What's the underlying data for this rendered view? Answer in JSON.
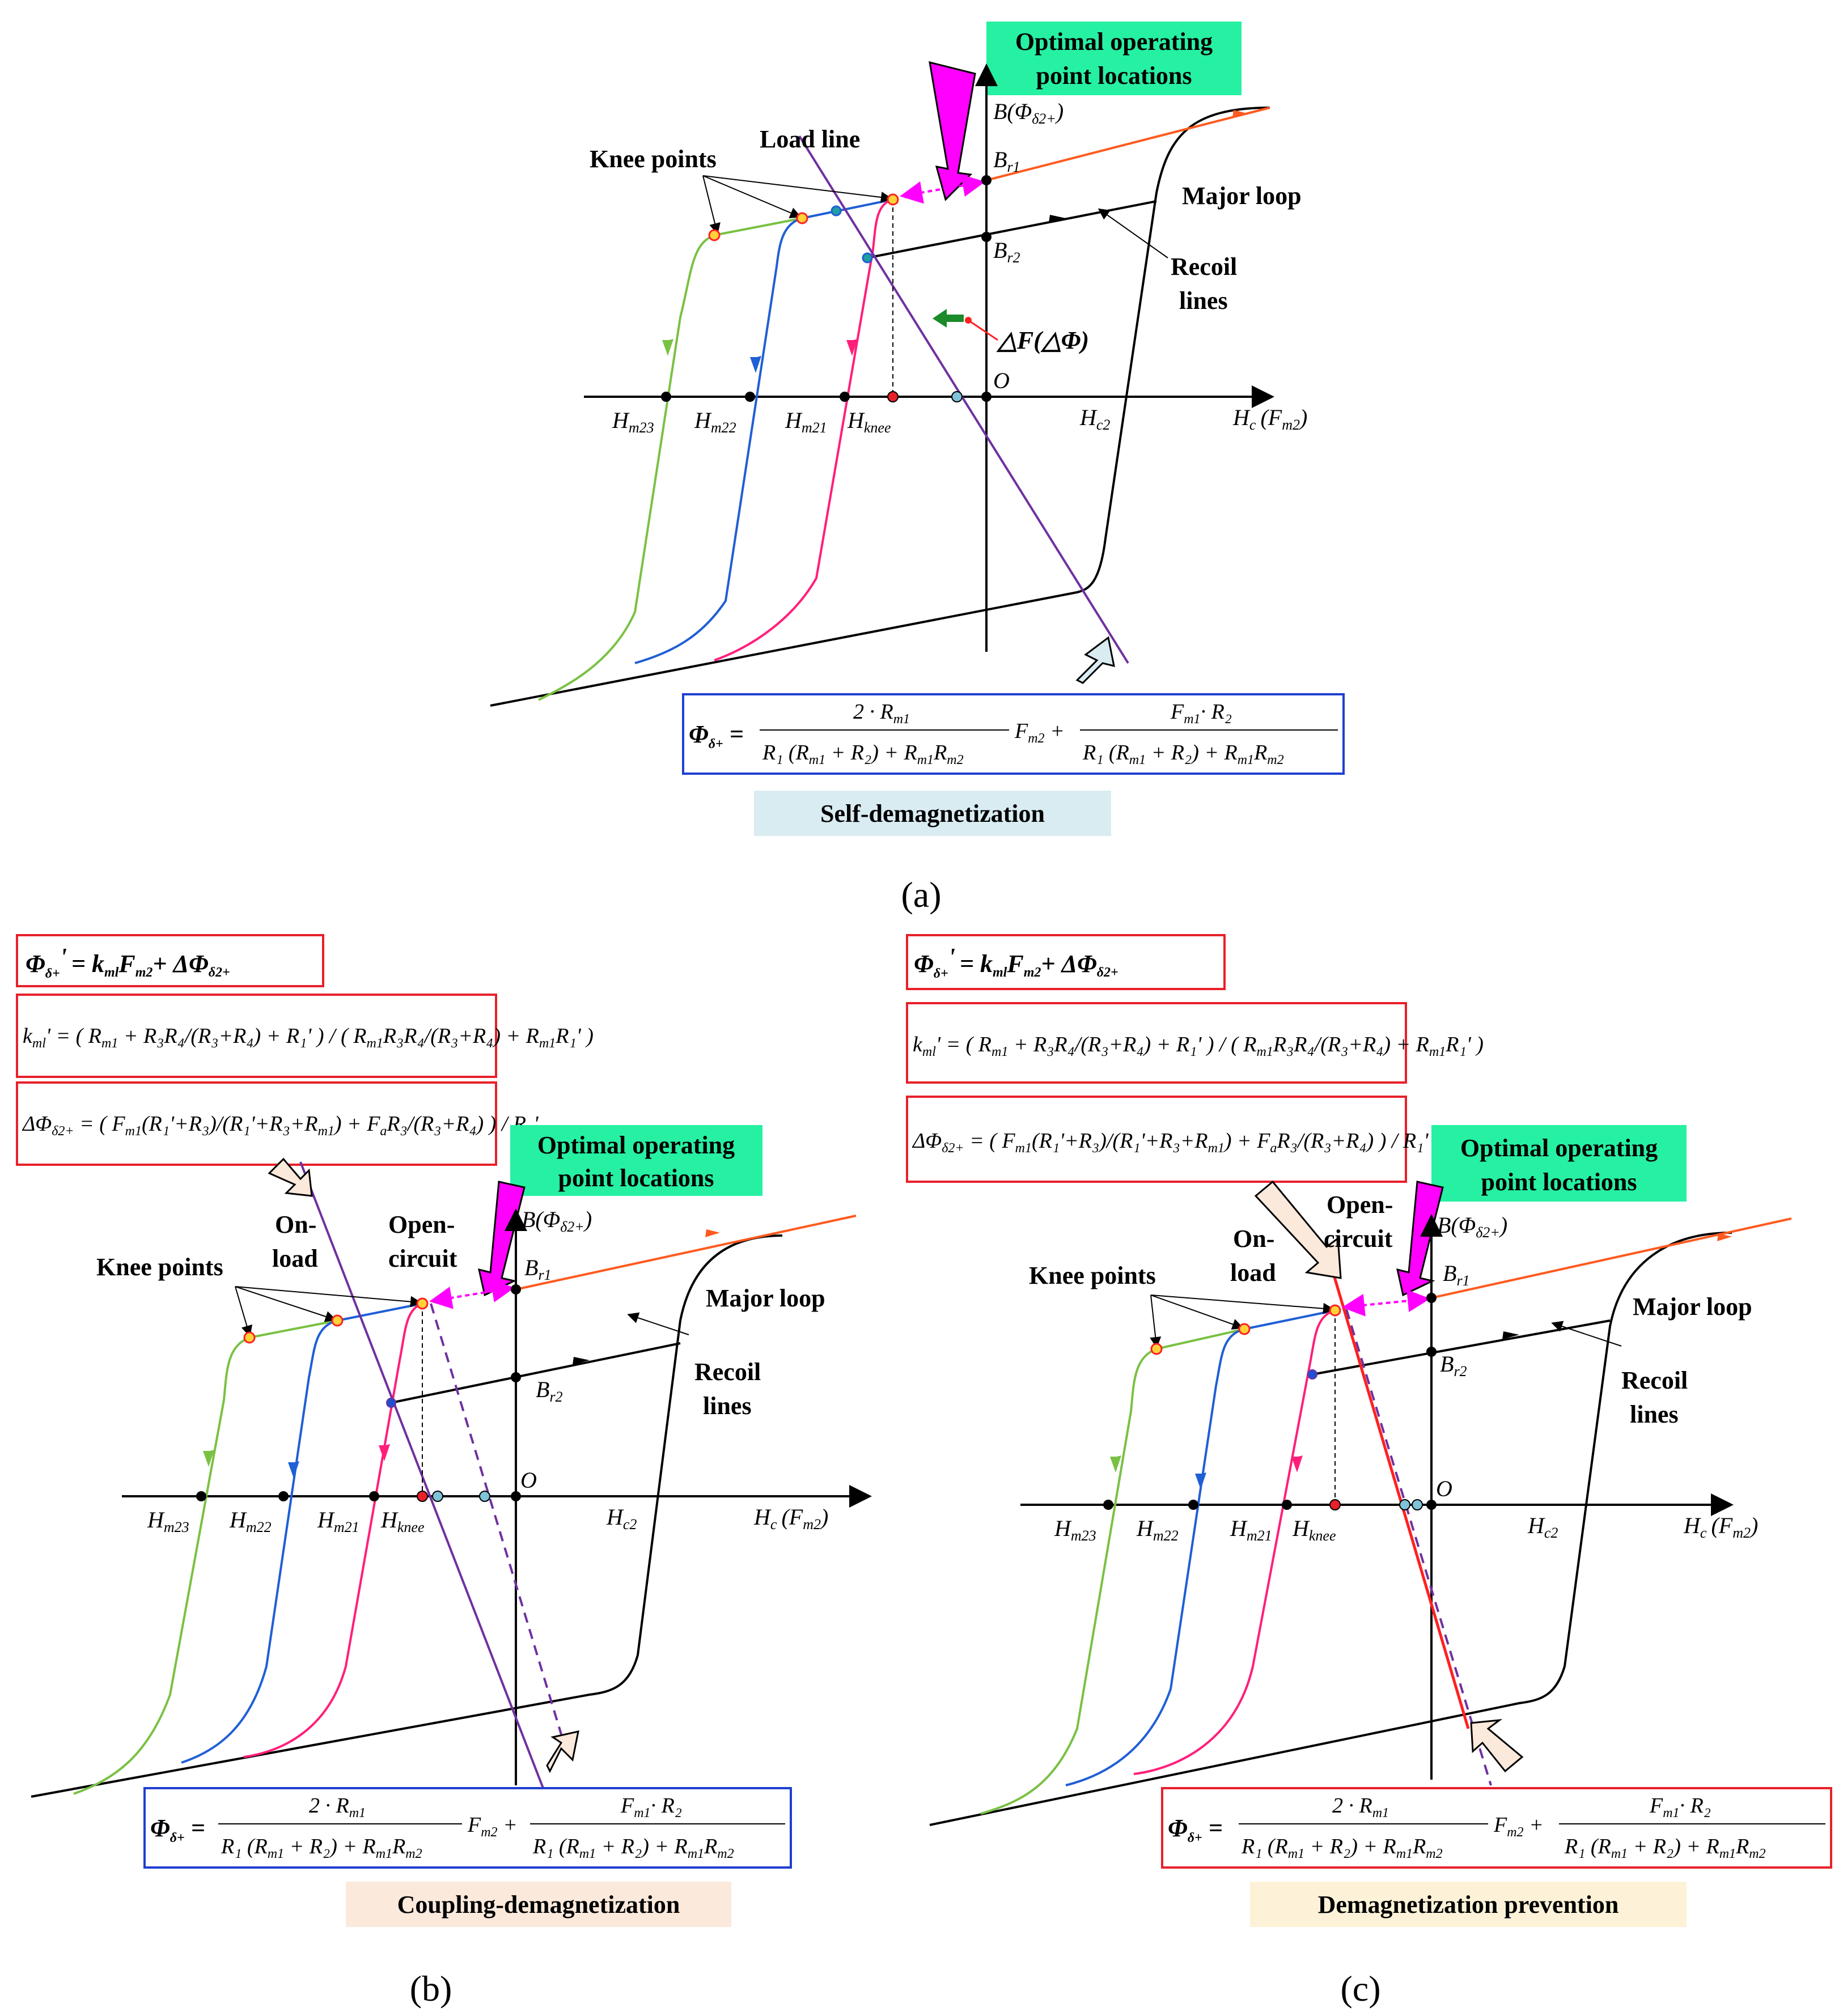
{
  "colors": {
    "green_curve": "#7ac143",
    "blue_curve": "#1f5fd6",
    "pink_curve": "#ff1f7a",
    "orange_line": "#ff5a1f",
    "purple_line": "#7030a0",
    "red_line": "#ff2020",
    "magenta_arrow": "#ff00ff",
    "green_box": "#26f0a2",
    "lightblue_box": "#d9ecf2",
    "peach_box": "#fbe9dc",
    "cream_box": "#fdf2d8",
    "blue_frame": "#1f3fd0",
    "red_frame": "#e8202a",
    "knee_fill": "#ffd23a",
    "cyan_point": "#7fc3d9"
  },
  "panel_a": {
    "id": "(a)",
    "caption": "Self-demagnetization",
    "optimal_label_1": "Optimal operating",
    "optimal_label_2": "point locations",
    "load_line": "Load line",
    "knee_points": "Knee points",
    "major_loop": "Major loop",
    "recoil_1": "Recoil",
    "recoil_2": "lines",
    "delta_f": "△F(△Φ)",
    "y_axis": "B(Φ",
    "y_axis_sub": "δ2+",
    "y_axis_close": ")",
    "x_axis": "H",
    "x_axis_sub": "c",
    "x_axis_paren": "(F",
    "x_axis_paren_sub": "m2",
    "x_axis_close": ")",
    "origin": "O",
    "br1": "B",
    "br1_sub": "r1",
    "br2": "B",
    "br2_sub": "r2",
    "hm23": "H",
    "hm23_sub": "m23",
    "hm22": "H",
    "hm22_sub": "m22",
    "hm21": "H",
    "hm21_sub": "m21",
    "hknee": "H",
    "hknee_sub": "knee",
    "hc2": "H",
    "hc2_sub": "c2",
    "formula_lhs": "Φ",
    "formula_lhs_sub": "δ+",
    "formula_num1": "2 · R",
    "formula_num1_sub": "m1",
    "formula_den": "R₁ (R",
    "formula_fm2": "F",
    "formula_fm2_sub": "m2",
    "formula_num2": "F",
    "formula_num2_sub": "m1",
    "formula_num2_tail": "· R₂"
  },
  "panel_b": {
    "id": "(b)",
    "caption": "Coupling-demagnetization",
    "eq1_a": "Φ",
    "eq1_b": "= k",
    "eq1_c": "F",
    "eq1_d": "+ ΔΦ",
    "on_load_1": "On-",
    "on_load_2": "load",
    "open_1": "Open-",
    "open_2": "circuit",
    "optimal_label_1": "Optimal operating",
    "optimal_label_2": "point locations",
    "knee_points": "Knee points",
    "major_loop": "Major loop",
    "recoil_1": "Recoil",
    "recoil_2": "lines"
  },
  "panel_c": {
    "id": "(c)",
    "caption": "Demagnetization prevention",
    "on_load_1": "On-",
    "on_load_2": "load",
    "open_1": "Open-",
    "open_2": "circuit",
    "optimal_label_1": "Optimal operating",
    "optimal_label_2": "point locations",
    "knee_points": "Knee points",
    "major_loop": "Major loop",
    "recoil_1": "Recoil",
    "recoil_2": "lines"
  }
}
